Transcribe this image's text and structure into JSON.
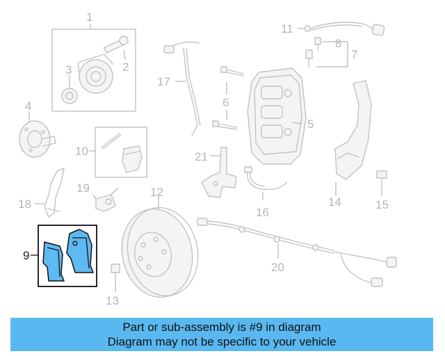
{
  "diagram": {
    "callouts": [
      "1",
      "2",
      "3",
      "4",
      "5",
      "6",
      "7",
      "8",
      "9",
      "10",
      "11",
      "12",
      "13",
      "14",
      "15",
      "16",
      "17",
      "18",
      "19",
      "20",
      "21"
    ],
    "highlighted_part": "9"
  },
  "banner": {
    "line1": "Part or sub-assembly is #9 in diagram",
    "line2": "Diagram may not be specific to your vehicle",
    "background": "#5ab8f0"
  },
  "colors": {
    "highlight": "#5fb9f2",
    "muted": "#c2c2c2"
  }
}
